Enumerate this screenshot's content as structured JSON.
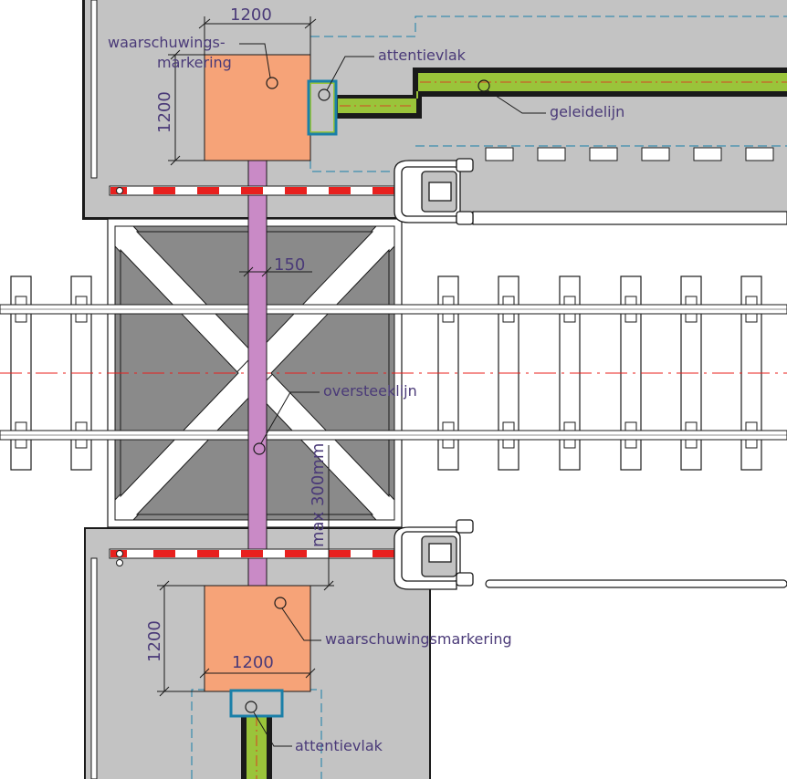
{
  "labels": {
    "warning_top_line1": "waarschuwings-",
    "warning_top_line2": "markering",
    "attention_top": "attentievlak",
    "guide_line": "geleidelijn",
    "crossing_line": "oversteeklijn",
    "warning_bottom": "waarschuwingsmarkering",
    "attention_bottom": "attentievlak"
  },
  "dimensions": {
    "top_width": "1200",
    "top_height": "1200",
    "path_width": "150",
    "max_gap": "max 300mm",
    "bottom_height": "1200",
    "bottom_width": "1200"
  },
  "colors": {
    "platform": "#c3c3c3",
    "crossing": "#8a8a8a",
    "warning": "#f6a378",
    "attention": "#1a7fa8",
    "guide": "#9ac43a",
    "crossing_path": "#c98ac6",
    "rail_axis": "#e8201e",
    "barrier_red": "#e8201e"
  }
}
